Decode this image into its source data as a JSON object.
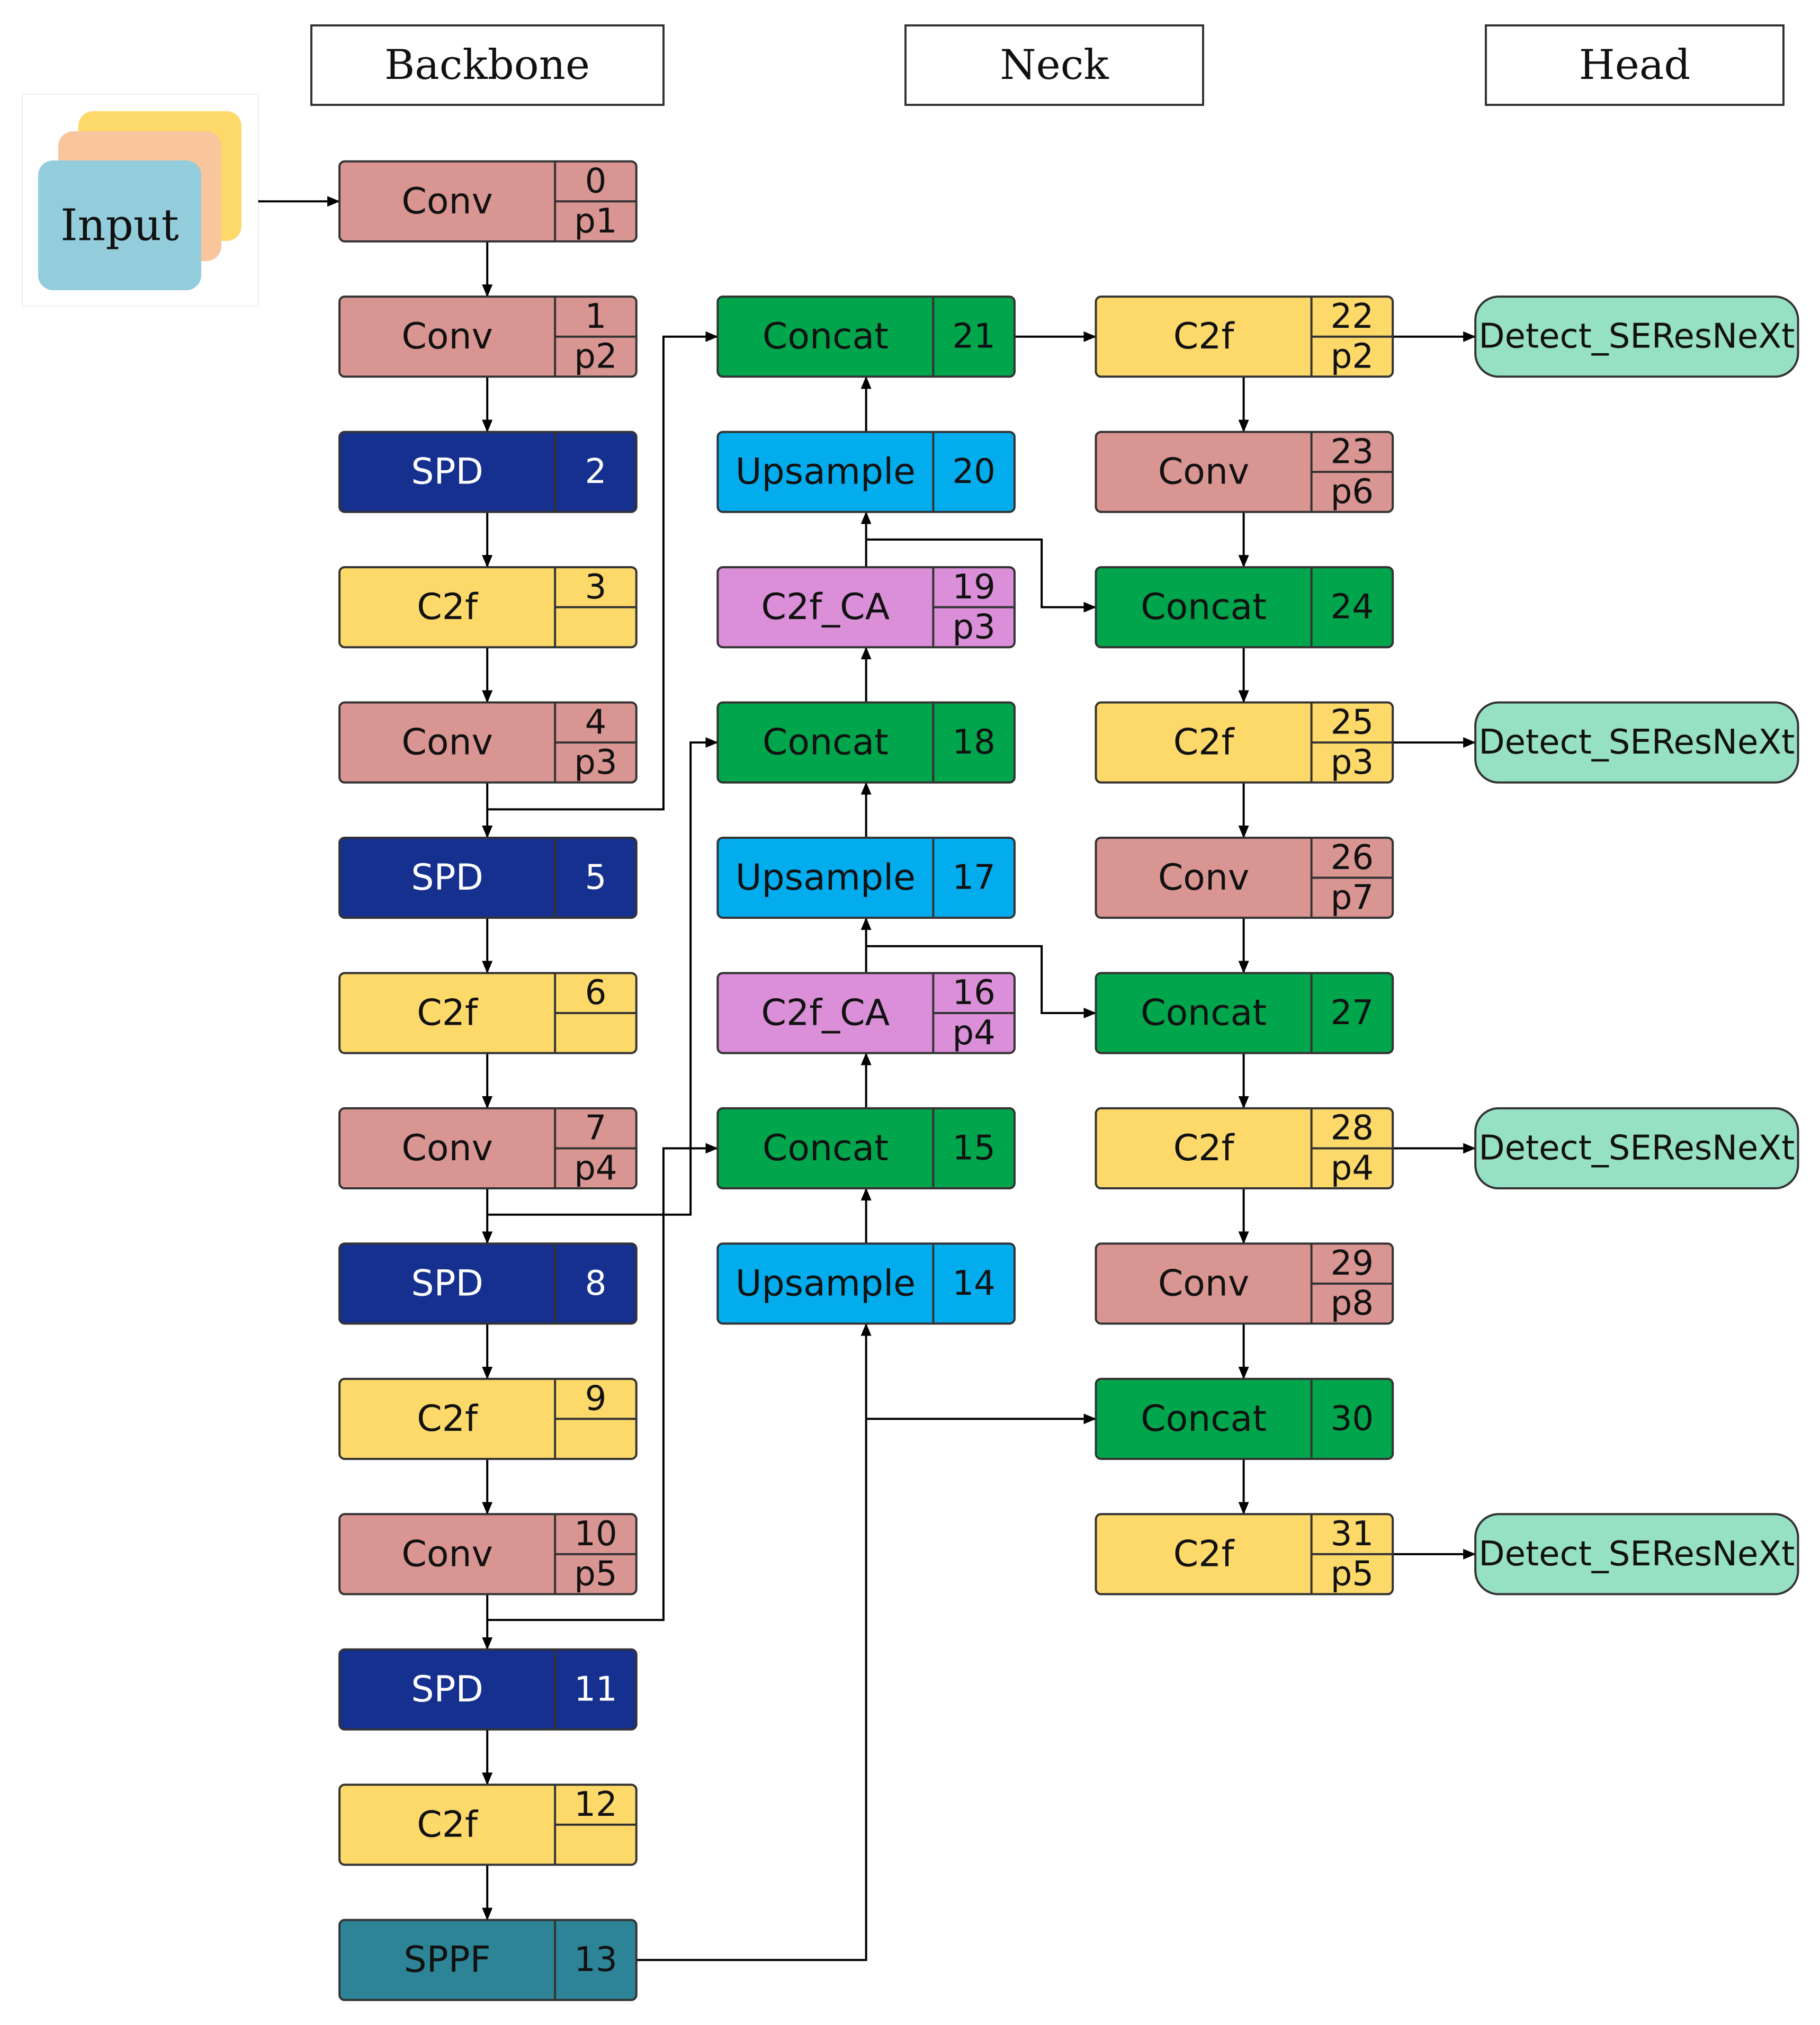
{
  "headers": {
    "backbone": "Backbone",
    "neck": "Neck",
    "head": "Head"
  },
  "input": {
    "label": "Input"
  },
  "colors": {
    "conv": "#d99592",
    "spd": "#16308f",
    "c2f": "#fdd96a",
    "concat": "#00a54c",
    "upsample": "#03aced",
    "c2f_ca": "#da8fd8",
    "sppf": "#2e8497",
    "detect": "#96e0c3",
    "input_front": "#93cddb",
    "input_mid": "#f9c59c",
    "input_back": "#fdd96a"
  },
  "nodes": [
    {
      "id": "n0",
      "label": "Conv",
      "index": "0",
      "level": "p1",
      "kind": "conv"
    },
    {
      "id": "n1",
      "label": "Conv",
      "index": "1",
      "level": "p2",
      "kind": "conv"
    },
    {
      "id": "n2",
      "label": "SPD",
      "index": "2",
      "level": "",
      "kind": "spd"
    },
    {
      "id": "n3",
      "label": "C2f",
      "index": "3",
      "level": "",
      "kind": "c2f"
    },
    {
      "id": "n4",
      "label": "Conv",
      "index": "4",
      "level": "p3",
      "kind": "conv"
    },
    {
      "id": "n5",
      "label": "SPD",
      "index": "5",
      "level": "",
      "kind": "spd"
    },
    {
      "id": "n6",
      "label": "C2f",
      "index": "6",
      "level": "",
      "kind": "c2f"
    },
    {
      "id": "n7",
      "label": "Conv",
      "index": "7",
      "level": "p4",
      "kind": "conv"
    },
    {
      "id": "n8",
      "label": "SPD",
      "index": "8",
      "level": "",
      "kind": "spd"
    },
    {
      "id": "n9",
      "label": "C2f",
      "index": "9",
      "level": "",
      "kind": "c2f"
    },
    {
      "id": "n10",
      "label": "Conv",
      "index": "10",
      "level": "p5",
      "kind": "conv"
    },
    {
      "id": "n11",
      "label": "SPD",
      "index": "11",
      "level": "",
      "kind": "spd"
    },
    {
      "id": "n12",
      "label": "C2f",
      "index": "12",
      "level": "",
      "kind": "c2f"
    },
    {
      "id": "n13",
      "label": "SPPF",
      "index": "13",
      "level": "",
      "kind": "sppf"
    },
    {
      "id": "n14",
      "label": "Upsample",
      "index": "14",
      "level": "",
      "kind": "upsample"
    },
    {
      "id": "n15",
      "label": "Concat",
      "index": "15",
      "level": "",
      "kind": "concat"
    },
    {
      "id": "n16",
      "label": "C2f_CA",
      "index": "16",
      "level": "p4",
      "kind": "c2f_ca"
    },
    {
      "id": "n17",
      "label": "Upsample",
      "index": "17",
      "level": "",
      "kind": "upsample"
    },
    {
      "id": "n18",
      "label": "Concat",
      "index": "18",
      "level": "",
      "kind": "concat"
    },
    {
      "id": "n19",
      "label": "C2f_CA",
      "index": "19",
      "level": "p3",
      "kind": "c2f_ca"
    },
    {
      "id": "n20",
      "label": "Upsample",
      "index": "20",
      "level": "",
      "kind": "upsample"
    },
    {
      "id": "n21",
      "label": "Concat",
      "index": "21",
      "level": "",
      "kind": "concat"
    },
    {
      "id": "n22",
      "label": "C2f",
      "index": "22",
      "level": "p2",
      "kind": "c2f"
    },
    {
      "id": "n23",
      "label": "Conv",
      "index": "23",
      "level": "p6",
      "kind": "conv"
    },
    {
      "id": "n24",
      "label": "Concat",
      "index": "24",
      "level": "",
      "kind": "concat"
    },
    {
      "id": "n25",
      "label": "C2f",
      "index": "25",
      "level": "p3",
      "kind": "c2f"
    },
    {
      "id": "n26",
      "label": "Conv",
      "index": "26",
      "level": "p7",
      "kind": "conv"
    },
    {
      "id": "n27",
      "label": "Concat",
      "index": "27",
      "level": "",
      "kind": "concat"
    },
    {
      "id": "n28",
      "label": "C2f",
      "index": "28",
      "level": "p4",
      "kind": "c2f"
    },
    {
      "id": "n29",
      "label": "Conv",
      "index": "29",
      "level": "p8",
      "kind": "conv"
    },
    {
      "id": "n30",
      "label": "Concat",
      "index": "30",
      "level": "",
      "kind": "concat"
    },
    {
      "id": "n31",
      "label": "C2f",
      "index": "31",
      "level": "p5",
      "kind": "c2f"
    }
  ],
  "detects": [
    {
      "id": "d22",
      "label": "Detect_SEResNeXt",
      "from": "n22"
    },
    {
      "id": "d25",
      "label": "Detect_SEResNeXt",
      "from": "n25"
    },
    {
      "id": "d28",
      "label": "Detect_SEResNeXt",
      "from": "n28"
    },
    {
      "id": "d31",
      "label": "Detect_SEResNeXt",
      "from": "n31"
    }
  ]
}
